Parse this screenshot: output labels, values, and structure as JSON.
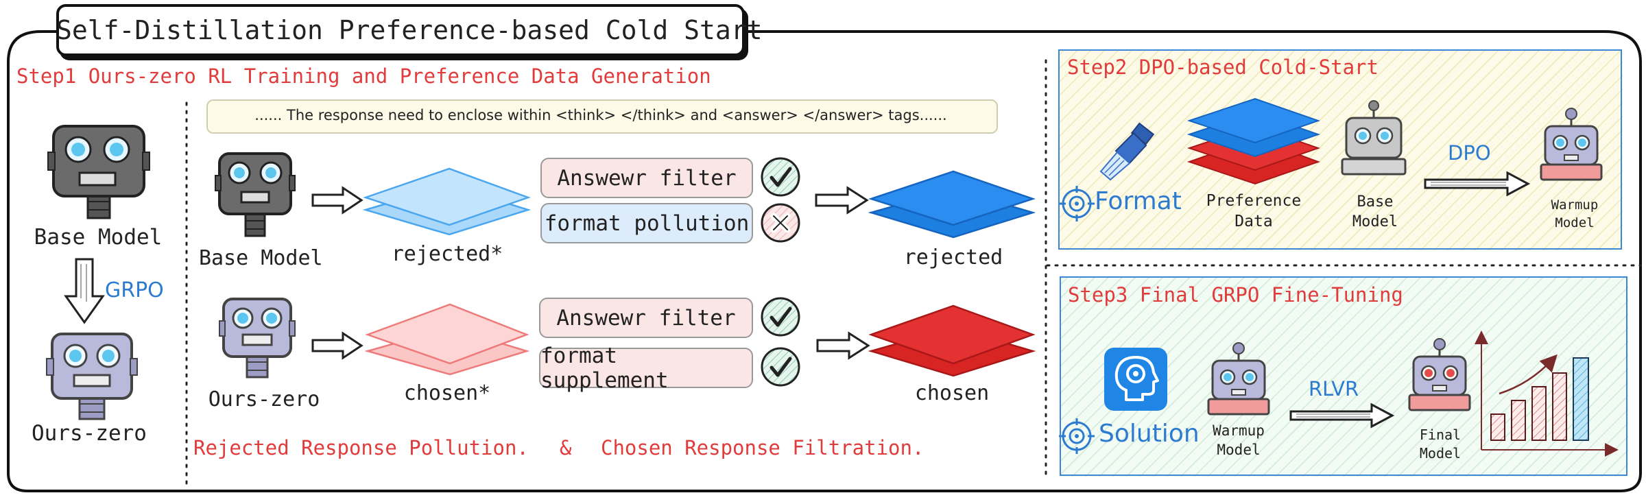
{
  "title": "Self-Distillation Preference-based Cold Start",
  "step1": {
    "heading": "Step1 Ours-zero RL Training and Preference Data Generation",
    "base_model_label": "Base Model",
    "grpo_label": "GRPO",
    "ours_zero_label": "Ours-zero",
    "prompt_text": "...... The response need to enclose within <think> </think> and <answer> </answer> tags......",
    "row1": {
      "model_label": "Base Model",
      "stack_label": "rejected*",
      "filter_label": "Answewr filter",
      "modify_label": "format pollution",
      "output_label": "rejected"
    },
    "row2": {
      "model_label": "Ours-zero",
      "stack_label": "chosen*",
      "filter_label": "Answewr filter",
      "modify_label": "format supplement",
      "output_label": "chosen"
    },
    "footer_left": "Rejected Response Pollution.",
    "footer_amp": "&",
    "footer_right": "Chosen Response Filtration."
  },
  "step2": {
    "heading": "Step2 DPO-based Cold-Start",
    "format_label": "Format",
    "preference_label_1": "Preference",
    "preference_label_2": "Data",
    "base_label_1": "Base",
    "base_label_2": "Model",
    "arrow_label": "DPO",
    "warmup_label_1": "Warmup",
    "warmup_label_2": "Model"
  },
  "step3": {
    "heading": "Step3 Final GRPO Fine-Tuning",
    "solution_label": "Solution",
    "warmup_label_1": "Warmup",
    "warmup_label_2": "Model",
    "arrow_label": "RLVR",
    "final_label_1": "Final",
    "final_label_2": "Model"
  },
  "colors": {
    "accent_red": "#e23b3b",
    "accent_blue": "#2d7bd0",
    "rejected_blue": "#1f86e6",
    "chosen_red": "#e02d2d",
    "panel_border": "#3b86d6",
    "check_green": "#4caf8a",
    "cross_red": "#e05a5a"
  }
}
